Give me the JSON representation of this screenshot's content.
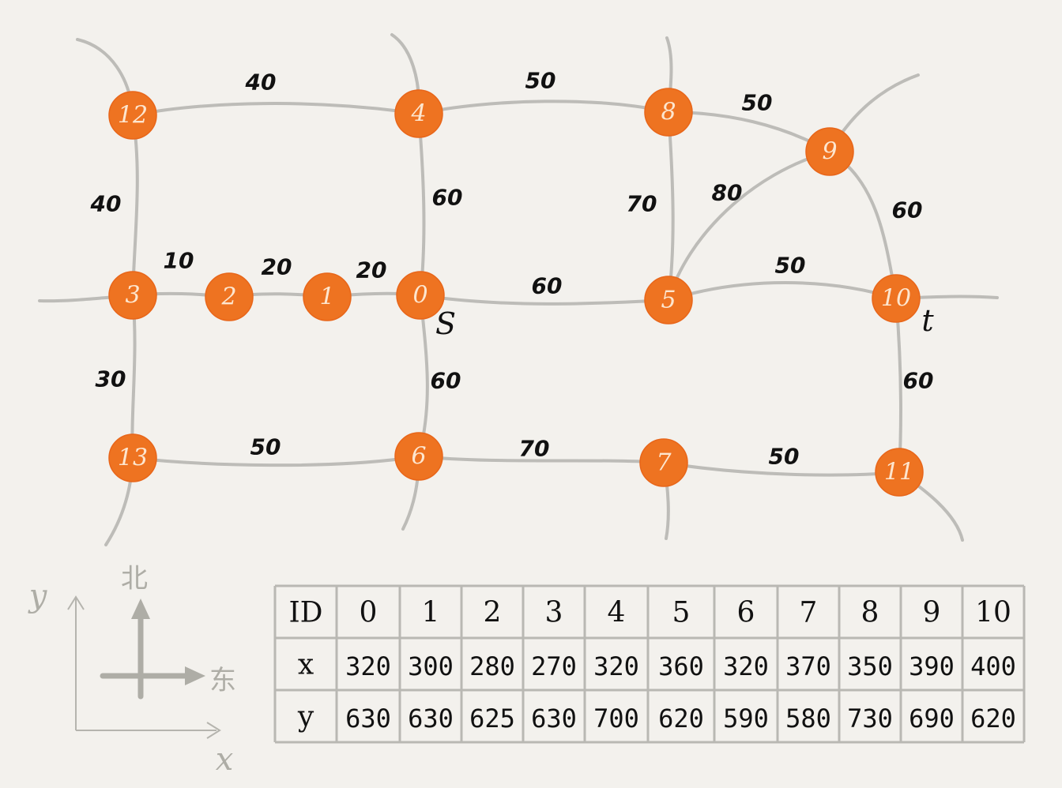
{
  "nodes": [
    {
      "id": "12",
      "label": "12"
    },
    {
      "id": "4",
      "label": "4"
    },
    {
      "id": "8",
      "label": "8"
    },
    {
      "id": "9",
      "label": "9"
    },
    {
      "id": "3",
      "label": "3"
    },
    {
      "id": "2",
      "label": "2"
    },
    {
      "id": "1",
      "label": "1"
    },
    {
      "id": "0",
      "label": "0"
    },
    {
      "id": "5",
      "label": "5"
    },
    {
      "id": "10",
      "label": "10"
    },
    {
      "id": "13",
      "label": "13"
    },
    {
      "id": "6",
      "label": "6"
    },
    {
      "id": "7",
      "label": "7"
    },
    {
      "id": "11",
      "label": "11"
    }
  ],
  "edges": [
    {
      "from": "12",
      "to": "4",
      "weight": "40"
    },
    {
      "from": "4",
      "to": "8",
      "weight": "50"
    },
    {
      "from": "8",
      "to": "9",
      "weight": "50"
    },
    {
      "from": "12",
      "to": "3",
      "weight": "40"
    },
    {
      "from": "4",
      "to": "0",
      "weight": "60"
    },
    {
      "from": "8",
      "to": "5",
      "weight": "70"
    },
    {
      "from": "9",
      "to": "5",
      "weight": "80"
    },
    {
      "from": "9",
      "to": "10",
      "weight": "60"
    },
    {
      "from": "3",
      "to": "2",
      "weight": "10"
    },
    {
      "from": "2",
      "to": "1",
      "weight": "20"
    },
    {
      "from": "1",
      "to": "0",
      "weight": "20"
    },
    {
      "from": "0",
      "to": "5",
      "weight": "60"
    },
    {
      "from": "5",
      "to": "10",
      "weight": "50"
    },
    {
      "from": "3",
      "to": "13",
      "weight": "30"
    },
    {
      "from": "0",
      "to": "6",
      "weight": "60"
    },
    {
      "from": "10",
      "to": "11",
      "weight": "60"
    },
    {
      "from": "13",
      "to": "6",
      "weight": "50"
    },
    {
      "from": "6",
      "to": "7",
      "weight": "70"
    },
    {
      "from": "7",
      "to": "11",
      "weight": "50"
    }
  ],
  "source_label": "S",
  "target_label": "t",
  "axes": {
    "y_label": "y",
    "x_label": "x",
    "north_label": "北",
    "east_label": "东"
  },
  "table": {
    "rows": [
      [
        "ID",
        "0",
        "1",
        "2",
        "3",
        "4",
        "5",
        "6",
        "7",
        "8",
        "9",
        "10"
      ],
      [
        "x",
        "320",
        "300",
        "280",
        "270",
        "320",
        "360",
        "320",
        "370",
        "350",
        "390",
        "400"
      ],
      [
        "y",
        "630",
        "630",
        "625",
        "630",
        "700",
        "620",
        "590",
        "580",
        "730",
        "690",
        "620"
      ]
    ]
  },
  "colors": {
    "node_fill": "#ee7321",
    "node_text": "#fde6cf",
    "road": "#bdbcb8",
    "background": "#f3f1ed"
  }
}
